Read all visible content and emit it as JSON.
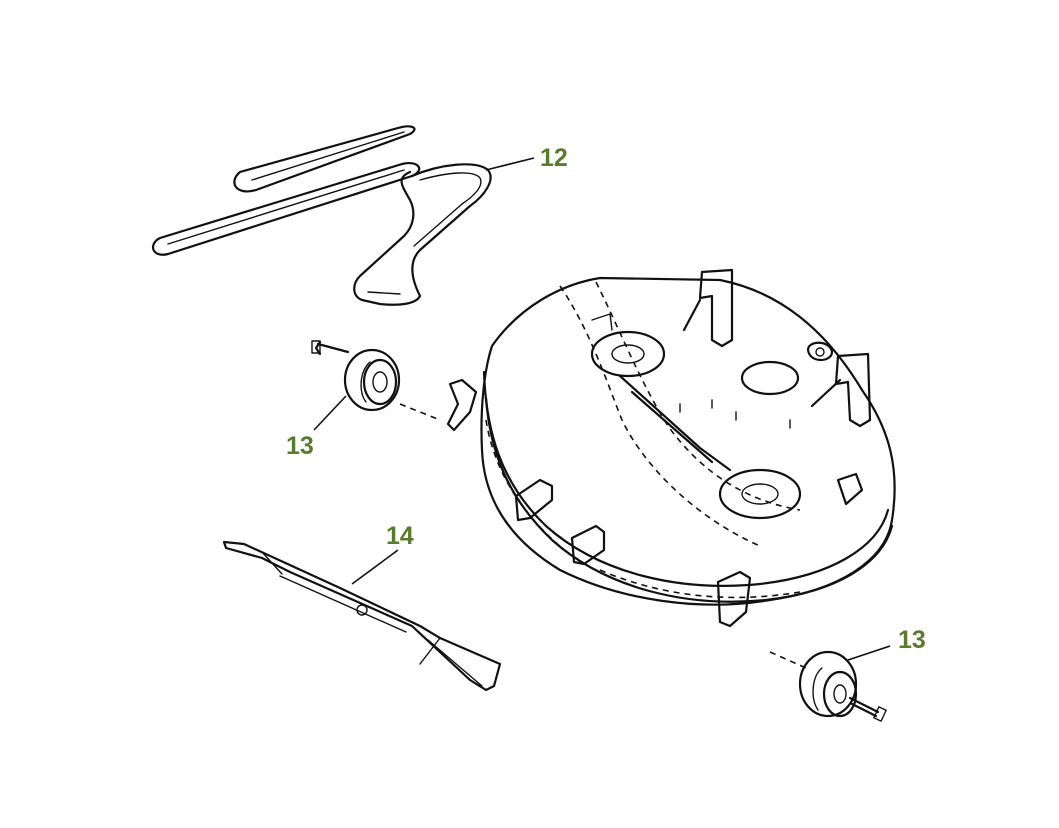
{
  "callouts": {
    "belt": "12",
    "wheel_left": "13",
    "wheel_right": "13",
    "blade": "14"
  },
  "colors": {
    "callout_text": "#5a7a2e",
    "line_art": "#111111",
    "background": "#ffffff"
  }
}
